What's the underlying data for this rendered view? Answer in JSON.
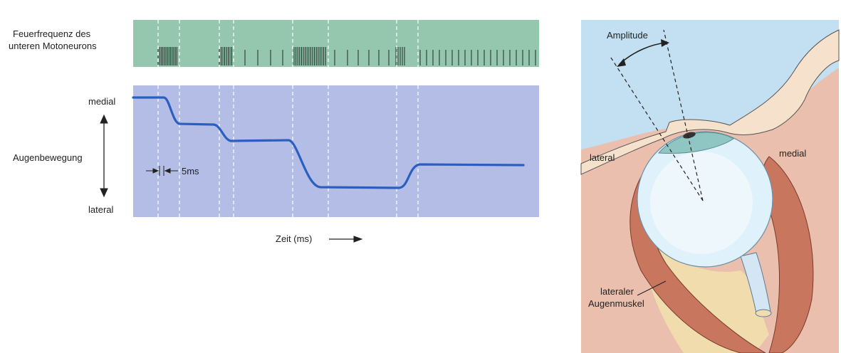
{
  "left_panel": {
    "firing_label_line1": "Feuerfrequenz des",
    "firing_label_line2": "unteren Motoneurons",
    "axis_top": "medial",
    "axis_mid": "Augenbewegung",
    "axis_bottom": "lateral",
    "scale_label": "5ms",
    "time_label": "Zeit (ms)"
  },
  "right_panel": {
    "amplitude_label": "Amplitude",
    "lateral_label": "lateral",
    "medial_label": "medial",
    "muscle_label_line1": "lateraler",
    "muscle_label_line2": "Augenmuskel"
  },
  "colors": {
    "firing_bg": "#95c7ae",
    "position_bg": "#b3bde6",
    "trace": "#2a5fbf",
    "sky": "#c3e0f2",
    "tissue": "#ebbfae",
    "bone": "#f6e2cc",
    "muscle": "#c9765e"
  }
}
